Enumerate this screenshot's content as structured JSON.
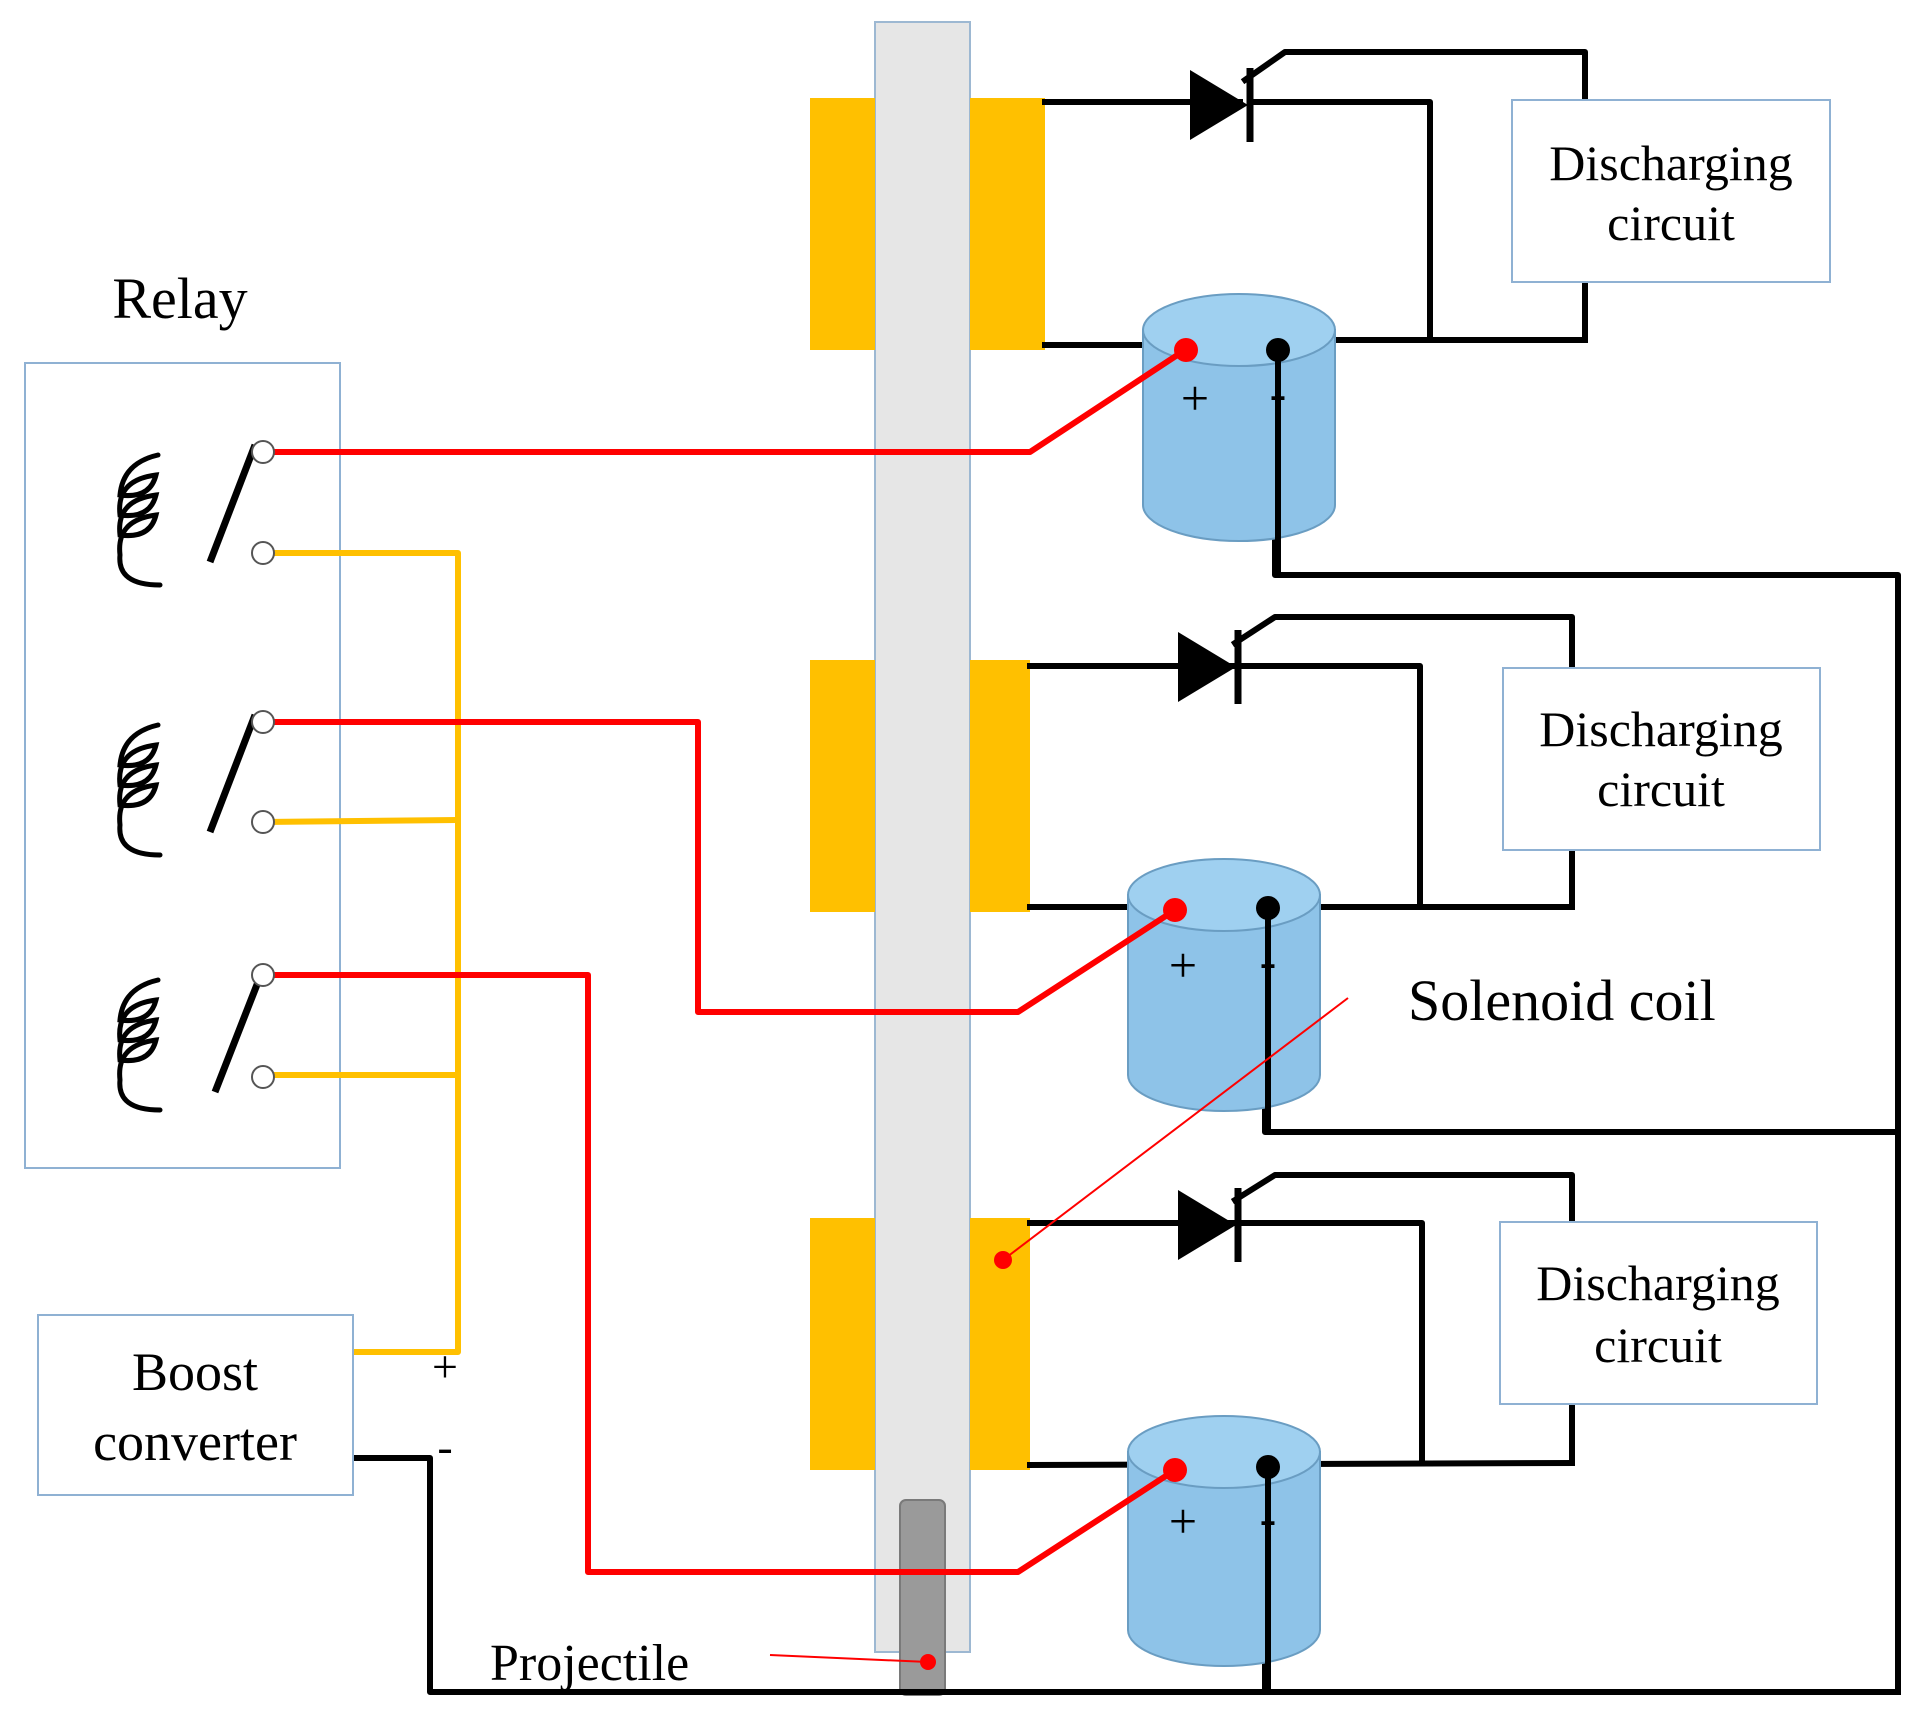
{
  "labels": {
    "relay": "Relay",
    "discharging": [
      "Discharging",
      "circuit"
    ],
    "solenoid": "Solenoid coil",
    "projectile": "Projectile",
    "boost": [
      "Boost",
      "converter"
    ],
    "plus": "+",
    "minus": "-"
  },
  "colors": {
    "charge_wire": "#ff0000",
    "supply_wire": "#ffc000",
    "ground_wire": "#000000",
    "coil": "#ffc000",
    "capacitor": "#8ec3e8",
    "barrel": "#e6e6e6",
    "projectile": "#9a9a9a"
  }
}
